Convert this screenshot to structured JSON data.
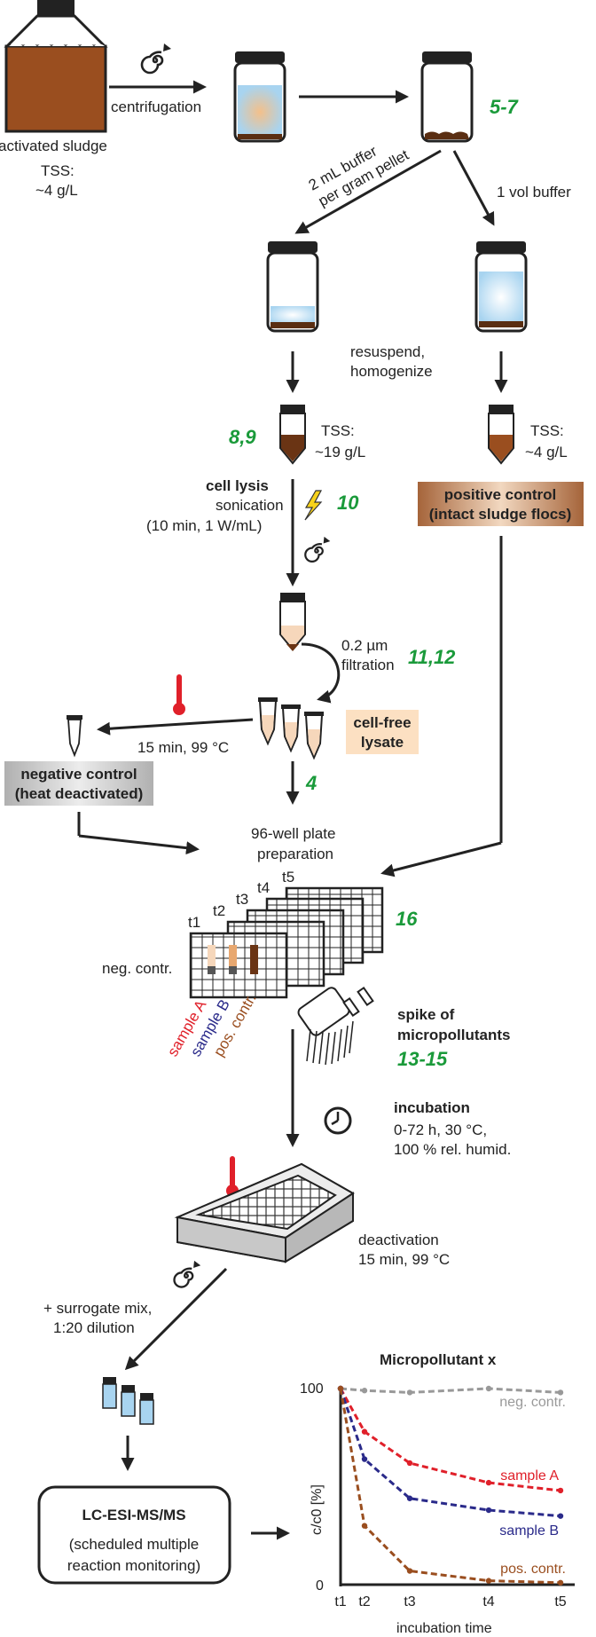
{
  "labels": {
    "activated_sludge": "activated sludge",
    "tss_label": "TSS:",
    "tss_4": "~4 g/L",
    "centrifugation": "centrifugation",
    "step_5_7": "5-7",
    "buffer_2ml_a": "2 mL buffer",
    "buffer_2ml_b": "per gram pellet",
    "buffer_1vol": "1 vol buffer",
    "resuspend_a": "resuspend,",
    "resuspend_b": "homogenize",
    "step_8_9": "8,9",
    "tss_19": "~19 g/L",
    "cell_lysis": "cell lysis",
    "sonication": "sonication",
    "sonication_params": "(10 min, 1 W/mL)",
    "step_10": "10",
    "positive_control_a": "positive control",
    "positive_control_b": "(intact sludge flocs)",
    "filtration_a": "0.2 µm",
    "filtration_b": "filtration",
    "step_11_12": "11,12",
    "heat_params": "15 min, 99 °C",
    "cell_free_a": "cell-free",
    "cell_free_b": "lysate",
    "negative_control_a": "negative control",
    "negative_control_b": "(heat deactivated)",
    "step_4": "4",
    "plate_prep_a": "96-well plate",
    "plate_prep_b": "preparation",
    "t1": "t1",
    "t2": "t2",
    "t3": "t3",
    "t4": "t4",
    "t5": "t5",
    "step_16": "16",
    "neg_contr": "neg. contr.",
    "sample_a": "sample A",
    "sample_b": "sample B",
    "pos_contr": "pos. contr.",
    "spike_a": "spike of",
    "spike_b": "micropollutants",
    "step_13_15": "13-15",
    "incubation": "incubation",
    "incubation_a": "0-72 h, 30 °C,",
    "incubation_b": "100 % rel. humid.",
    "deactivation_a": "deactivation",
    "deactivation_b": "15 min, 99 °C",
    "surrogate_a": "+ surrogate mix,",
    "surrogate_b": "1:20 dilution",
    "lcms_title": "LC-ESI-MS/MS",
    "lcms_a": "(scheduled multiple",
    "lcms_b": "reaction monitoring)"
  },
  "colors": {
    "sludge": "#9a4e1f",
    "green": "#1a9a3a",
    "sample_a": "#e0202a",
    "sample_b": "#2a2a8a",
    "pos_contr": "#9a4e1f",
    "neg_contr": "#999999",
    "thermometer": "#e0202a"
  },
  "chart_data": {
    "type": "line",
    "title": "Micropollutant x",
    "xlabel": "incubation time",
    "ylabel": "c/c0 [%]",
    "x": [
      "t1",
      "t2",
      "t3",
      "t4",
      "t5"
    ],
    "ylim": [
      0,
      100
    ],
    "ytick_labels": [
      "0",
      "100"
    ],
    "series": [
      {
        "name": "neg. contr.",
        "color": "#999999",
        "values": [
          100,
          99,
          98,
          100,
          98
        ]
      },
      {
        "name": "sample A",
        "color": "#e0202a",
        "values": [
          100,
          78,
          62,
          52,
          48
        ]
      },
      {
        "name": "sample B",
        "color": "#2a2a8a",
        "values": [
          100,
          64,
          44,
          38,
          35
        ]
      },
      {
        "name": "pos. contr.",
        "color": "#9a4e1f",
        "values": [
          100,
          30,
          7,
          2,
          1
        ]
      }
    ]
  }
}
